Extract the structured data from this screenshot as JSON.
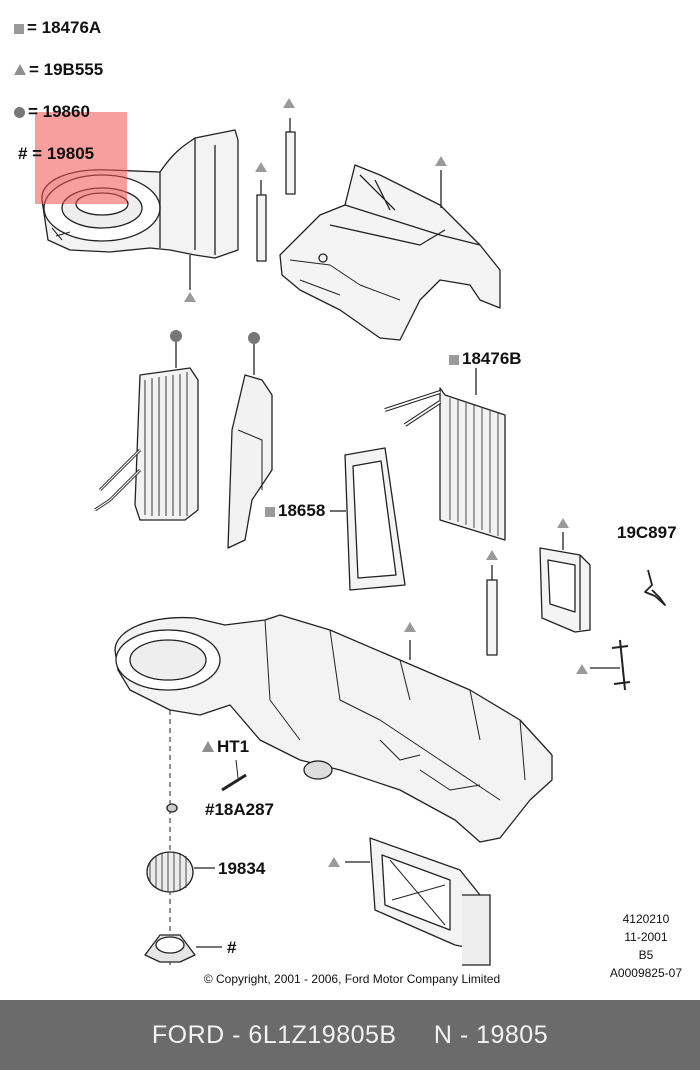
{
  "legend": [
    {
      "symbol": "square",
      "text": "= 18476A"
    },
    {
      "symbol": "triangle",
      "text": "= 19B555"
    },
    {
      "symbol": "circle",
      "text": "= 19860"
    },
    {
      "symbol": "hash",
      "text": "# = 19805"
    }
  ],
  "callouts": {
    "heater_core": "18476B",
    "filter": "18658",
    "bracket": "19C897",
    "ht1": "HT1",
    "resistor": "#18A287",
    "blower_motor": "19834",
    "hash": "#"
  },
  "meta": [
    "4120210",
    "11-2001",
    "B5",
    "A0009825-07"
  ],
  "copyright": "© Copyright, 2001 - 2006, Ford Motor Company Limited",
  "footer": "FORD - 6L1Z19805B     N - 19805",
  "colors": {
    "highlight": "#f05050",
    "footer_bg": "#6b6b6b",
    "symbol_gray": "#8f8f8f"
  }
}
